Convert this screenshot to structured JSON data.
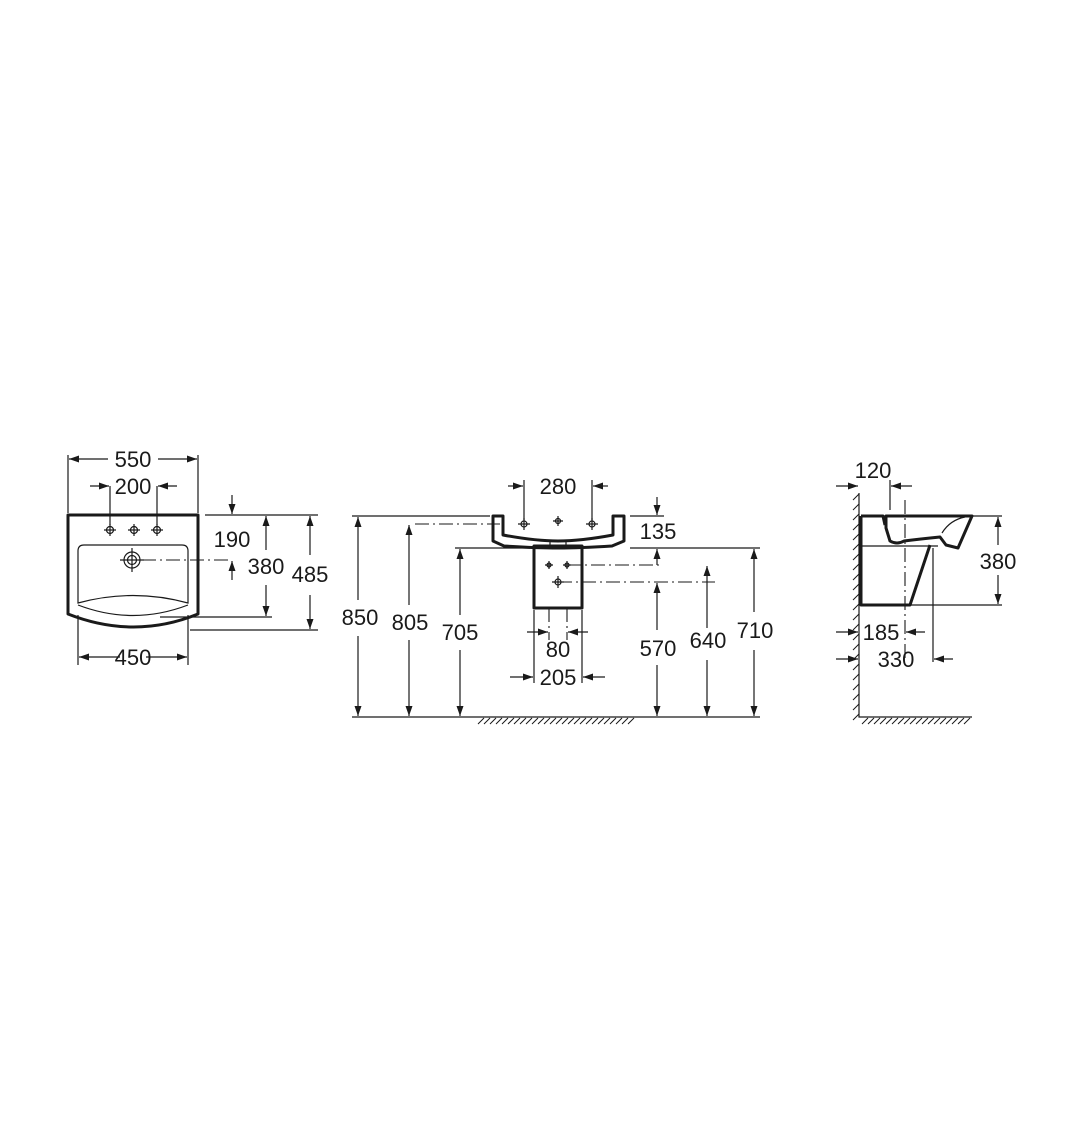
{
  "drawing": {
    "subject": "wall-hung washbasin with semi-pedestal",
    "units": "mm",
    "colors": {
      "line": "#1a1a1a",
      "background": "#ffffff"
    },
    "views": {
      "top_view": {
        "name": "plan view",
        "dimensions": {
          "overall_width": "550",
          "tap_hole_spacing": "200",
          "inner_bowl_width": "450",
          "tap_to_drain_depth": "190",
          "bowl_depth": "380",
          "overall_depth": "485"
        }
      },
      "front_view": {
        "name": "front elevation",
        "dimensions": {
          "tap_hole_spacing": "280",
          "basin_height": "135",
          "rim_height": "850",
          "tap_hole_height": "805",
          "pedestal_top_height": "705",
          "waste_spacing": "80",
          "pedestal_width": "205",
          "supply_height": "570",
          "waste_height": "640",
          "basin_underside_height": "710"
        }
      },
      "side_view": {
        "name": "side elevation",
        "dimensions": {
          "tap_from_wall": "120",
          "basin_plus_pedestal_height": "380",
          "drain_from_wall": "185",
          "pedestal_projection": "330"
        }
      }
    }
  }
}
